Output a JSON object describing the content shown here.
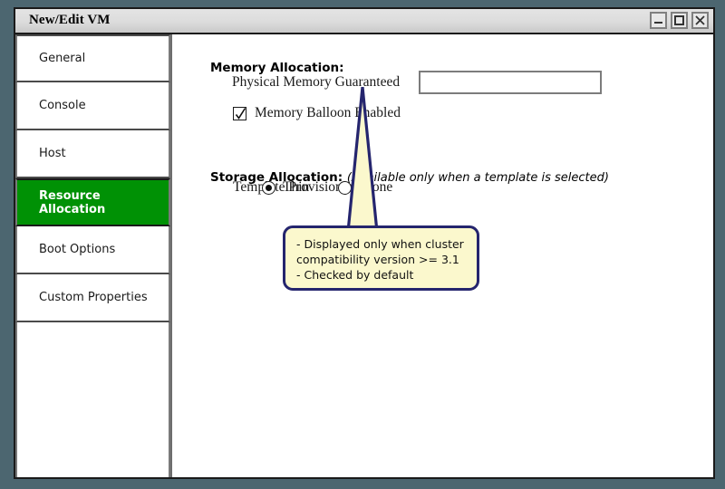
{
  "window": {
    "title": "New/Edit VM",
    "controls": [
      {
        "name": "minimize-button",
        "label": "Minimize"
      },
      {
        "name": "maximize-button",
        "label": "Maximize"
      },
      {
        "name": "close-button",
        "label": "Close"
      }
    ]
  },
  "sidebar": {
    "items": [
      {
        "label": "General",
        "selected": false
      },
      {
        "label": "Console",
        "selected": false
      },
      {
        "label": "Host",
        "selected": false
      },
      {
        "label": "Resource Allocation",
        "selected": true
      },
      {
        "label": "Boot Options",
        "selected": false
      },
      {
        "label": "Custom Properties",
        "selected": false
      }
    ],
    "selected_color": "#009105",
    "selected_text_color": "#ffffff"
  },
  "content": {
    "memory_section": {
      "heading": "Memory Allocation:",
      "physical_memory_label": "Physical Memory Guaranteed",
      "physical_memory_value": "",
      "physical_memory_placeholder": "",
      "balloon_label": "Memory Balloon Enabled",
      "balloon_checked": true
    },
    "storage_section": {
      "heading": "Storage Allocation:",
      "heading_note": "(Available only when a template is selected)",
      "provisioning_label": "Template Provisioning",
      "options": [
        {
          "label": "Thin",
          "selected": true
        },
        {
          "label": "Clone",
          "selected": false
        }
      ]
    }
  },
  "callout": {
    "lines": [
      "- Displayed only when cluster",
      "compatibility version >= 3.1",
      "- Checked by default"
    ],
    "fill_color": "#fbf8cd",
    "border_color": "#25256e"
  }
}
